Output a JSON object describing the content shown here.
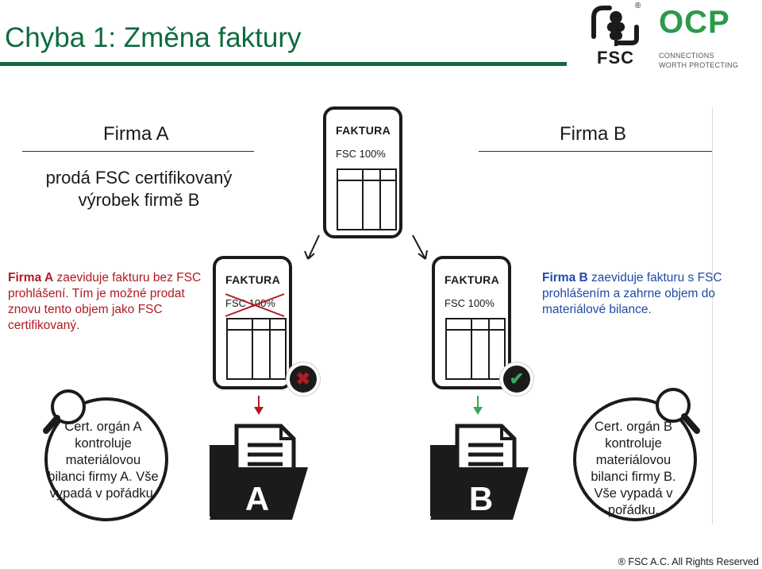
{
  "title": "Chyba 1: Změna faktury",
  "firm_a": {
    "heading": "Firma A",
    "sells_text": "prodá FSC certifikovaný výrobek firmě B",
    "note_bold": "Firma A",
    "note_rest": " zaeviduje fakturu bez FSC prohlášení. Tím je možné prodat znovu tento objem jako FSC certifikovaný."
  },
  "firm_b": {
    "heading": "Firma B",
    "note_bold": "Firma B",
    "note_rest": " zaeviduje fakturu s FSC prohlášením a zahrne objem do materiálové bilance."
  },
  "invoices": {
    "top": {
      "title": "FAKTURA",
      "claim": "FSC 100%"
    },
    "firm_a": {
      "title": "FAKTURA",
      "claim": "FSC 100%",
      "status": "rejected"
    },
    "firm_b": {
      "title": "FAKTURA",
      "claim": "FSC 100%",
      "status": "accepted"
    }
  },
  "folders": {
    "a": "A",
    "b": "B"
  },
  "cert_a": "Cert. orgán A kontroluje materiálovou bilanci firmy A. Vše vypadá v pořádku.",
  "cert_b": "Cert. orgán B kontroluje materiálovou bilanci firmy B. Vše vypadá v pořádku.",
  "logos": {
    "fsc": "FSC",
    "fsc_reg": "®",
    "ocp": "OCP",
    "ocp_tag_line1": "CONNECTIONS",
    "ocp_tag_line2": "WORTH PROTECTING"
  },
  "copyright": "® FSC A.C. All Rights Reserved",
  "colors": {
    "title_green": "#0e6b3e",
    "firm_a_red": "#b01a24",
    "firm_b_blue": "#1f4aa8",
    "accept_green": "#3aa857",
    "ocp_green": "#2b9a49"
  }
}
